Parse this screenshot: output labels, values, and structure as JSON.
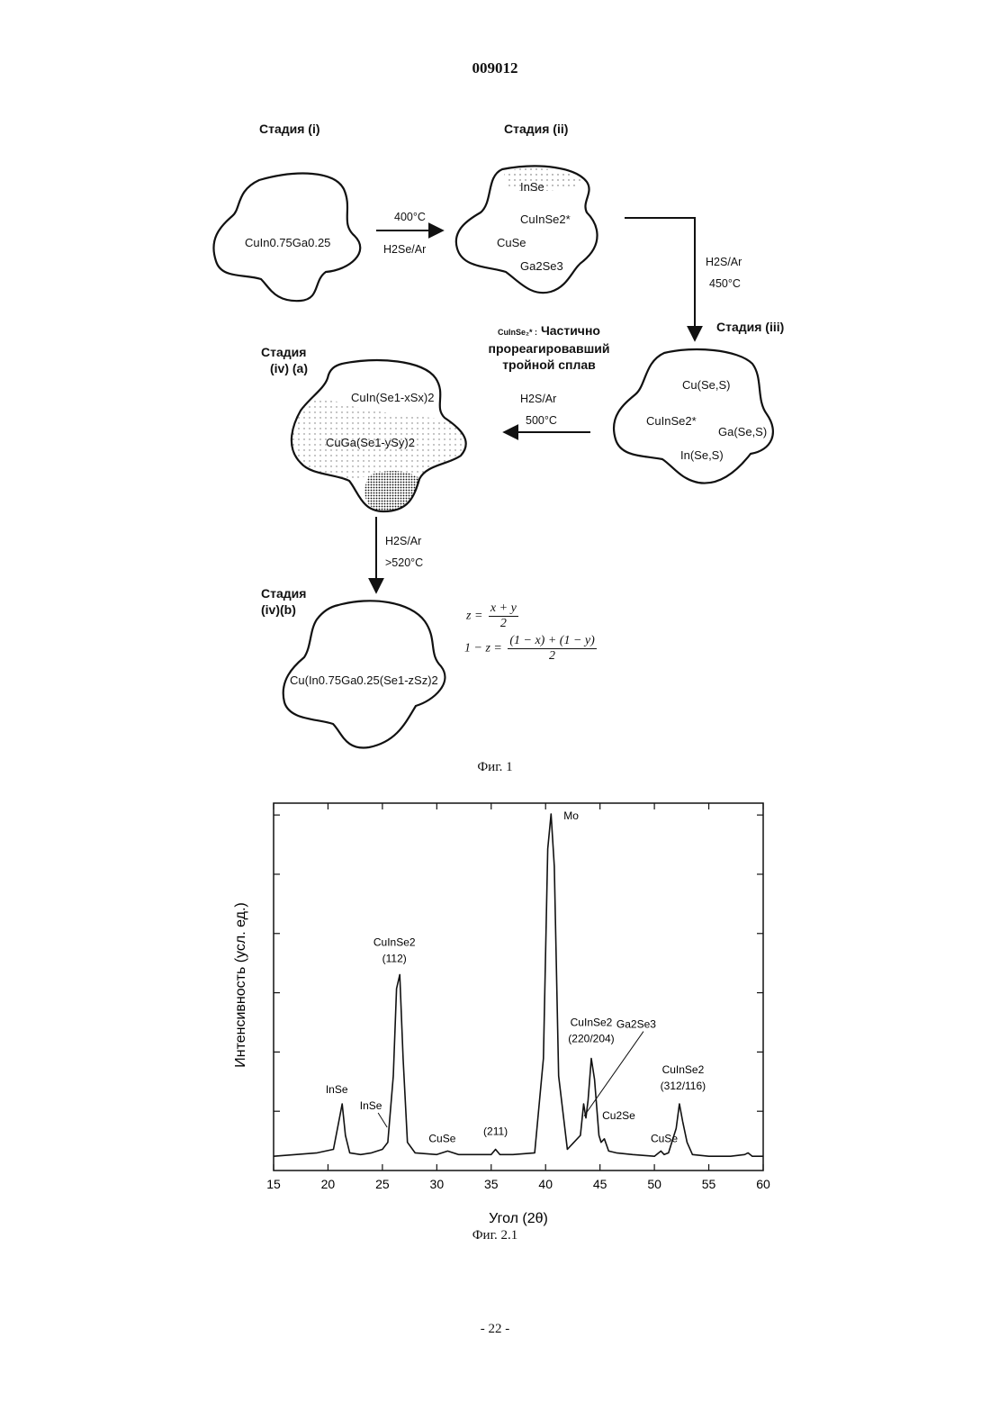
{
  "header": {
    "doc_number": "009012",
    "page_number": "- 22 -"
  },
  "figure1": {
    "caption": "Фиг. 1",
    "stages": {
      "i": "Стадия (i)",
      "ii": "Стадия (ii)",
      "iii": "Стадия  (iii)",
      "iva_line1": "Стадия",
      "iva_line2": "(iv) (a)",
      "ivb_line1": "Стадия",
      "ivb_line2": "(iv)(b)"
    },
    "particles": {
      "p1": "CuIn0.75Ga0.25",
      "p2": [
        "InSe",
        "CuInSe2*",
        "CuSe",
        "Ga2Se3"
      ],
      "p3": [
        "Cu(Se,S)",
        "CuInSe2*",
        "Ga(Se,S)",
        "In(Se,S)"
      ],
      "p4": [
        "CuIn(Se1-xSx)2",
        "CuGa(Se1-ySy)2"
      ],
      "p5": "Cu(In0.75Ga0.25(Se1-zSz)2"
    },
    "conditions": {
      "c1_temp": "400°C",
      "c1_gas": "H2Se/Ar",
      "c2_gas": "H2S/Ar",
      "c2_temp": "450°C",
      "c3_gas": "H2S/Ar",
      "c3_temp": "500°C",
      "c4_gas": "H2S/Ar",
      "c4_temp": ">520°C"
    },
    "note": {
      "key": "CuInSe₂* :",
      "line1": "Частично",
      "line2": "прореагировавший",
      "line3": "тройной сплав"
    },
    "equations": {
      "eq1_lhs": "z =",
      "eq1_num": "x + y",
      "eq1_den": "2",
      "eq2_lhs": "1 − z =",
      "eq2_num": "(1 − x) + (1 − y)",
      "eq2_den": "2"
    }
  },
  "figure2": {
    "caption": "Фиг. 2.1",
    "chart_data": {
      "type": "line",
      "xlabel": "Угол (2θ)",
      "ylabel": "Интенсивность (усл. ед.)",
      "xlim": [
        15,
        60
      ],
      "xticks": [
        15,
        20,
        25,
        30,
        35,
        40,
        45,
        50,
        55,
        60
      ],
      "ylim": [
        0,
        100
      ],
      "grid": false,
      "series": [
        {
          "x": [
            15,
            17,
            19,
            20.5,
            21.0,
            21.3,
            21.6,
            22,
            23,
            24,
            25,
            25.5,
            26.0,
            26.3,
            26.6,
            26.9,
            27.3,
            28,
            30,
            31,
            32,
            34,
            35.0,
            35.4,
            35.8,
            37,
            39,
            39.8,
            40.2,
            40.5,
            40.8,
            41.2,
            42,
            43.2,
            43.5,
            43.7,
            43.9,
            44.2,
            44.5,
            44.9,
            45.1,
            45.4,
            45.8,
            46.5,
            48,
            50,
            50.6,
            50.9,
            51.3,
            52.0,
            52.3,
            52.6,
            53.0,
            53.5,
            55,
            57,
            58.3,
            58.6,
            59,
            60
          ],
          "y": [
            2,
            2.5,
            3,
            4,
            12,
            17,
            8,
            3,
            2.5,
            3,
            4,
            6,
            25,
            50,
            54,
            30,
            6,
            3,
            2.5,
            3.5,
            2.5,
            2.5,
            2.5,
            4,
            2.5,
            2.5,
            3,
            30,
            90,
            100,
            85,
            25,
            4,
            8,
            17,
            13,
            18,
            30,
            24,
            8,
            6,
            7,
            3.5,
            3,
            2.5,
            2,
            3.5,
            2.5,
            3,
            10,
            17,
            12,
            6,
            2.5,
            2,
            2,
            2.5,
            3,
            2,
            2
          ]
        }
      ],
      "peak_labels": [
        {
          "text": "InSe",
          "x": 21.3
        },
        {
          "text": "InSe",
          "x": 25.6
        },
        {
          "text": "CuInSe2 (112)",
          "x": 26.6
        },
        {
          "text": "CuSe",
          "x": 30.5
        },
        {
          "text": "(211)",
          "x": 35.4
        },
        {
          "text": "Mo",
          "x": 40.5
        },
        {
          "text": "CuInSe2 (220/204)",
          "x": 44.2
        },
        {
          "text": "Ga2Se3",
          "x": 43.7
        },
        {
          "text": "Cu2Se",
          "x": 45.4
        },
        {
          "text": "CuSe",
          "x": 50.9
        },
        {
          "text": "CuInSe2 (312/116)",
          "x": 52.3
        }
      ]
    }
  }
}
